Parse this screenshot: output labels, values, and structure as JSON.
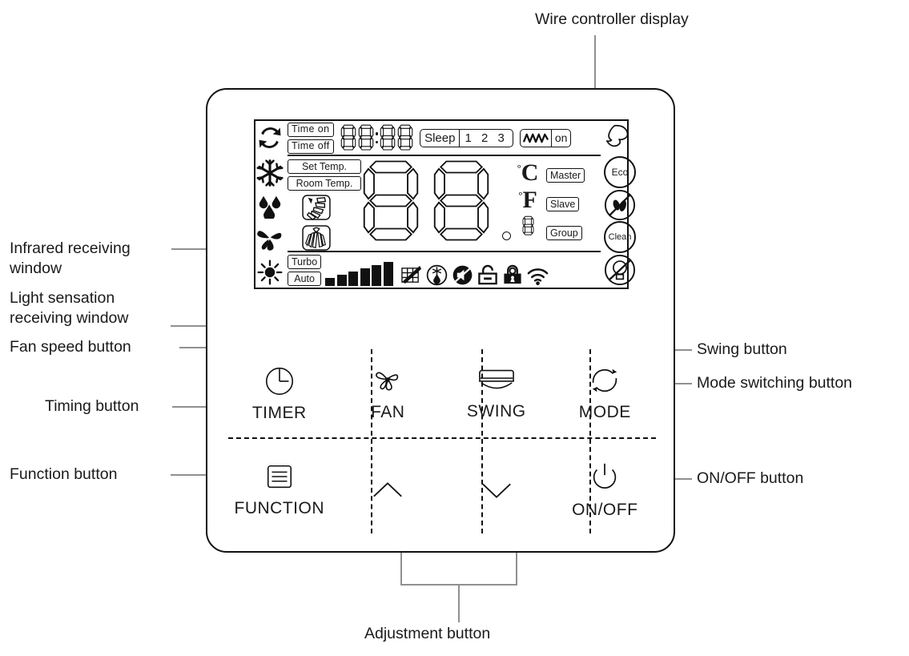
{
  "diagram": {
    "title_callout": "Wire controller display",
    "bottom_callout": "Adjustment button",
    "left_callouts": [
      {
        "id": "infrared",
        "text": "Infrared receiving\nwindow"
      },
      {
        "id": "light-sensation",
        "text": "Light sensation\nreceiving window"
      },
      {
        "id": "fan-speed",
        "text": "Fan speed button"
      },
      {
        "id": "timing",
        "text": "Timing button"
      },
      {
        "id": "function",
        "text": "Function button"
      }
    ],
    "right_callouts": [
      {
        "id": "swing",
        "text": "Swing button"
      },
      {
        "id": "mode-switching",
        "text": "Mode switching button"
      },
      {
        "id": "on-off",
        "text": "ON/OFF button"
      }
    ]
  },
  "lcd": {
    "mode_icons_left": [
      {
        "name": "auto-mode-icon",
        "label": "Auto"
      },
      {
        "name": "cool-mode-icon",
        "label": "Cool"
      },
      {
        "name": "dry-mode-icon",
        "label": "Dry"
      },
      {
        "name": "fan-mode-icon",
        "label": "Fan"
      },
      {
        "name": "heat-mode-icon",
        "label": "Heat"
      }
    ],
    "timer": {
      "on_label": "Time  on",
      "off_label": "Time  off",
      "digits": "88:88"
    },
    "sleep": {
      "label": "Sleep",
      "levels": "1  2  3"
    },
    "wave": {
      "icon": "wave-icon",
      "label": "on"
    },
    "temp": {
      "set_label": "Set Temp.",
      "room_label": "Room Temp.",
      "value": "88",
      "celsius": "C",
      "fahrenheit": "F",
      "degree": "°",
      "small_digit": "8"
    },
    "unit_tags": [
      {
        "name": "master-tag",
        "label": "Master"
      },
      {
        "name": "slave-tag",
        "label": "Slave"
      },
      {
        "name": "group-tag",
        "label": "Group"
      }
    ],
    "swing_icons": [
      {
        "name": "swing-up-down-icon"
      },
      {
        "name": "swing-left-right-icon"
      }
    ],
    "fan": {
      "turbo_label": "Turbo",
      "auto_label": "Auto",
      "bar_count": 6,
      "bar_heights": [
        10,
        14,
        18,
        22,
        26,
        30
      ]
    },
    "status_icons": [
      {
        "name": "filter-clean-icon"
      },
      {
        "name": "defrost-icon"
      },
      {
        "name": "mute-icon"
      },
      {
        "name": "unlock-icon"
      },
      {
        "name": "child-lock-icon"
      },
      {
        "name": "wifi-icon"
      }
    ],
    "right_icons": [
      {
        "name": "strong-power-icon",
        "label": ""
      },
      {
        "name": "eco-icon",
        "label": "Eco"
      },
      {
        "name": "no-person-icon",
        "label": ""
      },
      {
        "name": "clean-icon",
        "label": "Clean"
      },
      {
        "name": "display-off-icon",
        "label": ""
      }
    ]
  },
  "buttons": [
    {
      "name": "timer-button",
      "icon": "clock-icon",
      "label": "TIMER"
    },
    {
      "name": "fan-button",
      "icon": "fan-icon",
      "label": "FAN"
    },
    {
      "name": "swing-button",
      "icon": "swing-icon",
      "label": "SWING"
    },
    {
      "name": "mode-button",
      "icon": "cycle-arrow-icon",
      "label": "MODE"
    },
    {
      "name": "function-button",
      "icon": "menu-lines-icon",
      "label": "FUNCTION"
    },
    {
      "name": "up-button",
      "icon": "chevron-up-icon",
      "label": ""
    },
    {
      "name": "down-button",
      "icon": "chevron-down-icon",
      "label": ""
    },
    {
      "name": "onoff-button",
      "icon": "power-icon",
      "label": "ON/OFF"
    }
  ],
  "colors": {
    "line": "#1a1a1a",
    "leader": "#909090",
    "background": "#ffffff"
  }
}
